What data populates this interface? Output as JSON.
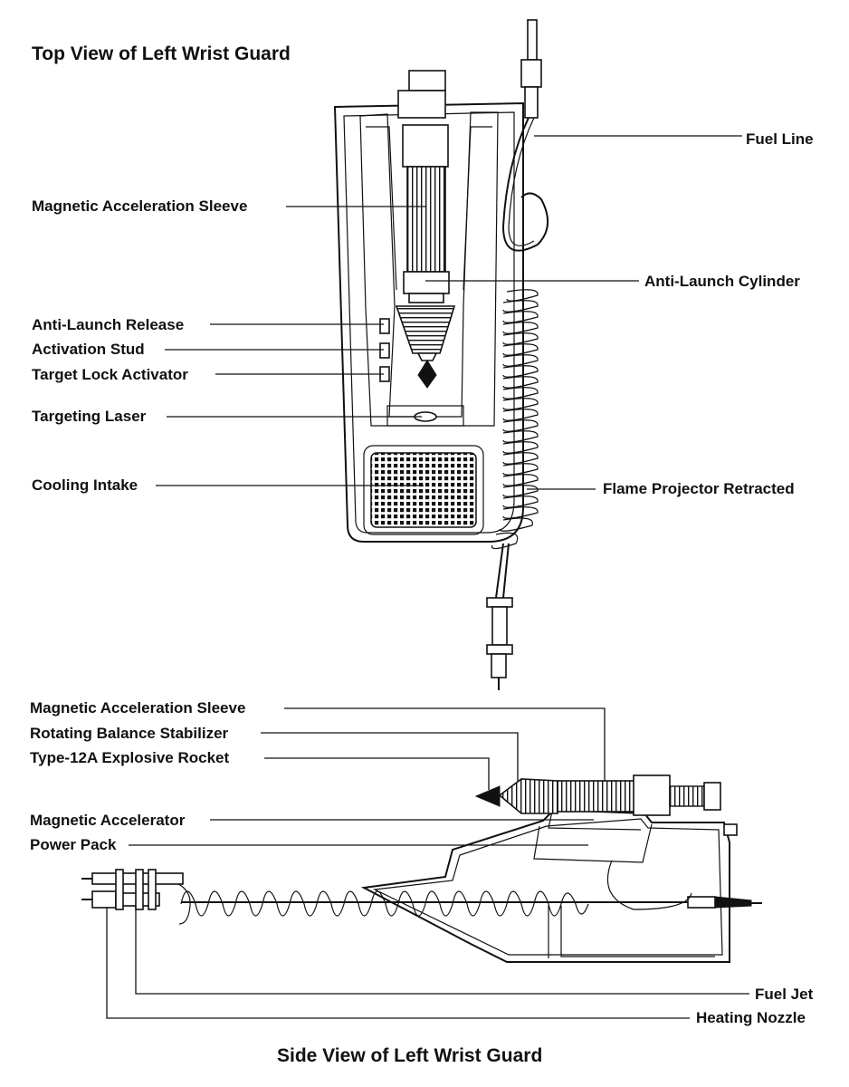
{
  "top_view": {
    "title": "Top View of Left Wrist Guard",
    "labels": {
      "fuel_line": "Fuel Line",
      "magnetic_acceleration_sleeve": "Magnetic Acceleration Sleeve",
      "anti_launch_cylinder": "Anti-Launch Cylinder",
      "anti_launch_release": "Anti-Launch Release",
      "activation_stud": "Activation Stud",
      "target_lock_activator": "Target Lock Activator",
      "targeting_laser": "Targeting Laser",
      "cooling_intake": "Cooling Intake",
      "flame_projector_retracted": "Flame Projector Retracted"
    }
  },
  "side_view": {
    "title": "Side View of Left Wrist Guard",
    "labels": {
      "magnetic_acceleration_sleeve": "Magnetic Acceleration Sleeve",
      "rotating_balance_stabilizer": "Rotating Balance Stabilizer",
      "explosive_rocket": "Type-12A Explosive Rocket",
      "magnetic_accelerator": "Magnetic Accelerator",
      "power_pack": "Power Pack",
      "fuel_jet": "Fuel Jet",
      "heating_nozzle": "Heating Nozzle"
    }
  }
}
